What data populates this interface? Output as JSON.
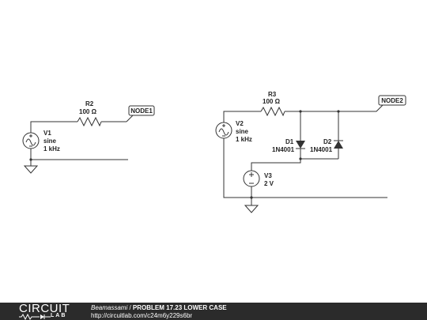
{
  "circuit": {
    "left": {
      "r2": {
        "name": "R2",
        "value": "100 Ω"
      },
      "v1": {
        "name": "V1",
        "type": "sine",
        "freq": "1 kHz"
      },
      "node": "NODE1"
    },
    "right": {
      "r3": {
        "name": "R3",
        "value": "100 Ω"
      },
      "v2": {
        "name": "V2",
        "type": "sine",
        "freq": "1 kHz"
      },
      "v3": {
        "name": "V3",
        "value": "2 V"
      },
      "d1": {
        "name": "D1",
        "part": "1N4001"
      },
      "d2": {
        "name": "D2",
        "part": "1N4001"
      },
      "node": "NODE2"
    }
  },
  "footer": {
    "logo_top": "CIRCUIT",
    "logo_bottom": "LAB",
    "author": "Beamassami",
    "separator": " / ",
    "title": "PROBLEM 17.23 LOWER CASE",
    "url": "http://circuitlab.com/c24m6y229s6br"
  }
}
